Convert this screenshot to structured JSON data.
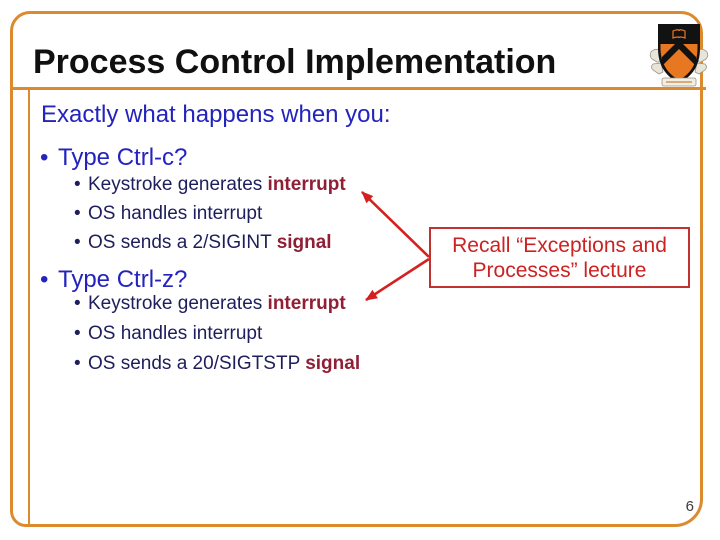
{
  "slide": {
    "title": "Process Control Implementation",
    "heading": "Exactly what happens when you:",
    "bullet_char": "•",
    "groups": [
      {
        "label": "Type Ctrl-c?",
        "items": [
          {
            "pre": "Keystroke generates ",
            "keyword": "interrupt"
          },
          {
            "pre": "OS handles interrupt",
            "keyword": ""
          },
          {
            "pre": "OS sends a 2/SIGINT ",
            "keyword": "signal"
          }
        ]
      },
      {
        "label": "Type Ctrl-z?",
        "items": [
          {
            "pre": "Keystroke generates ",
            "keyword": "interrupt"
          },
          {
            "pre": "OS handles interrupt",
            "keyword": ""
          },
          {
            "pre": "OS sends a 20/SIGTSTP ",
            "keyword": "signal"
          }
        ]
      }
    ],
    "callout": {
      "line1": "Recall “Exceptions and",
      "line2": "Processes” lecture"
    },
    "page_number": "6",
    "colors": {
      "frame_orange": "#DC8A2E",
      "title_black": "#101010",
      "heading_blue": "#2323BE",
      "body_navy": "#1E1E5C",
      "keyword_maroon": "#901F36",
      "callout_red": "#CC2222",
      "arrow_red": "#D52020",
      "shield_orange": "#E87722"
    }
  }
}
